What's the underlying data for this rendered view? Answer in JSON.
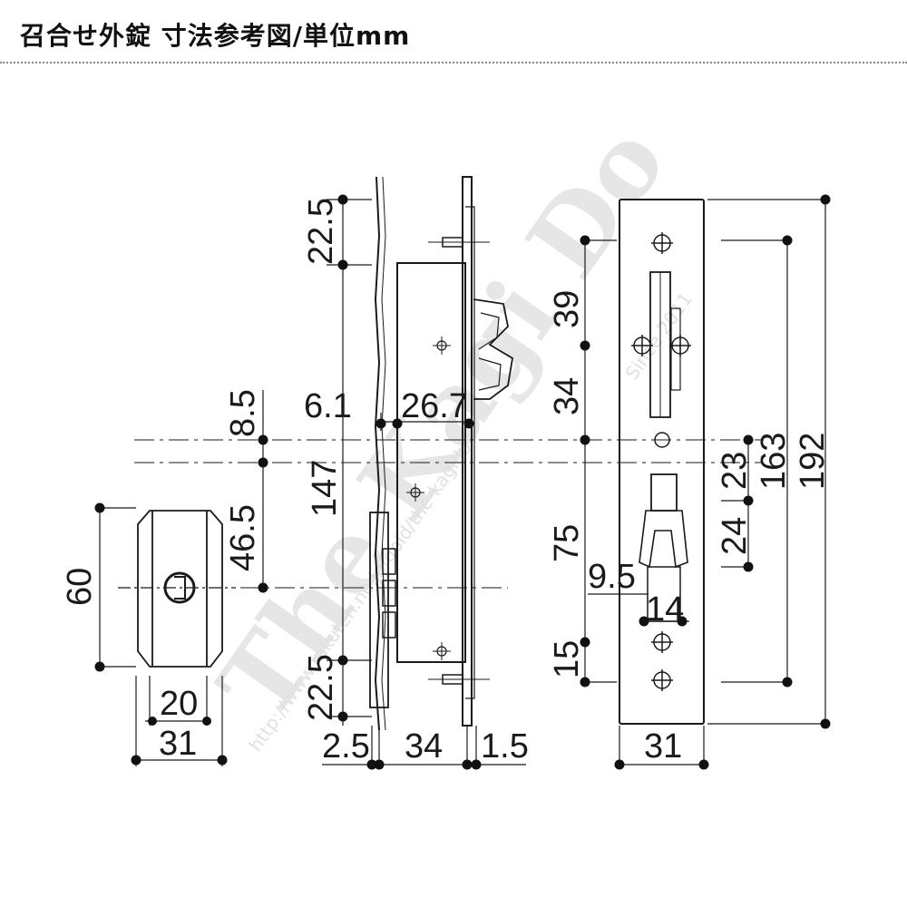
{
  "header": {
    "title": "召合せ外錠 寸法参考図/単位mm"
  },
  "watermark": {
    "brand": "The Kagi Do",
    "since": "Since 2011",
    "url": "http://www.rakuten.ne.jp/gold/the-kagido"
  },
  "dimensions": {
    "cylinder_height": "60",
    "cylinder_inner_width": "20",
    "cylinder_width": "31",
    "top_offset": "22.5",
    "bottom_offset": "22.5",
    "upper_gap": "8.5",
    "keyhole_offset": "46.5",
    "case_height": "147",
    "face_offset": "6.1",
    "case_depth_label": "26.7",
    "plate_thickness_left": "2.5",
    "case_depth": "34",
    "plate_thickness_right": "1.5",
    "upper_screw_pitch": "39",
    "strike_upper": "34",
    "lower_span": "75",
    "bottom_screw": "15",
    "latch_offset": "9.5",
    "latch_width": "14",
    "strike_gap": "23",
    "strike_lower": "24",
    "screw_span": "163",
    "plate_height": "192",
    "plate_width": "31"
  },
  "colors": {
    "line": "#1a1a1a",
    "watermark": "#e6e6e6"
  }
}
